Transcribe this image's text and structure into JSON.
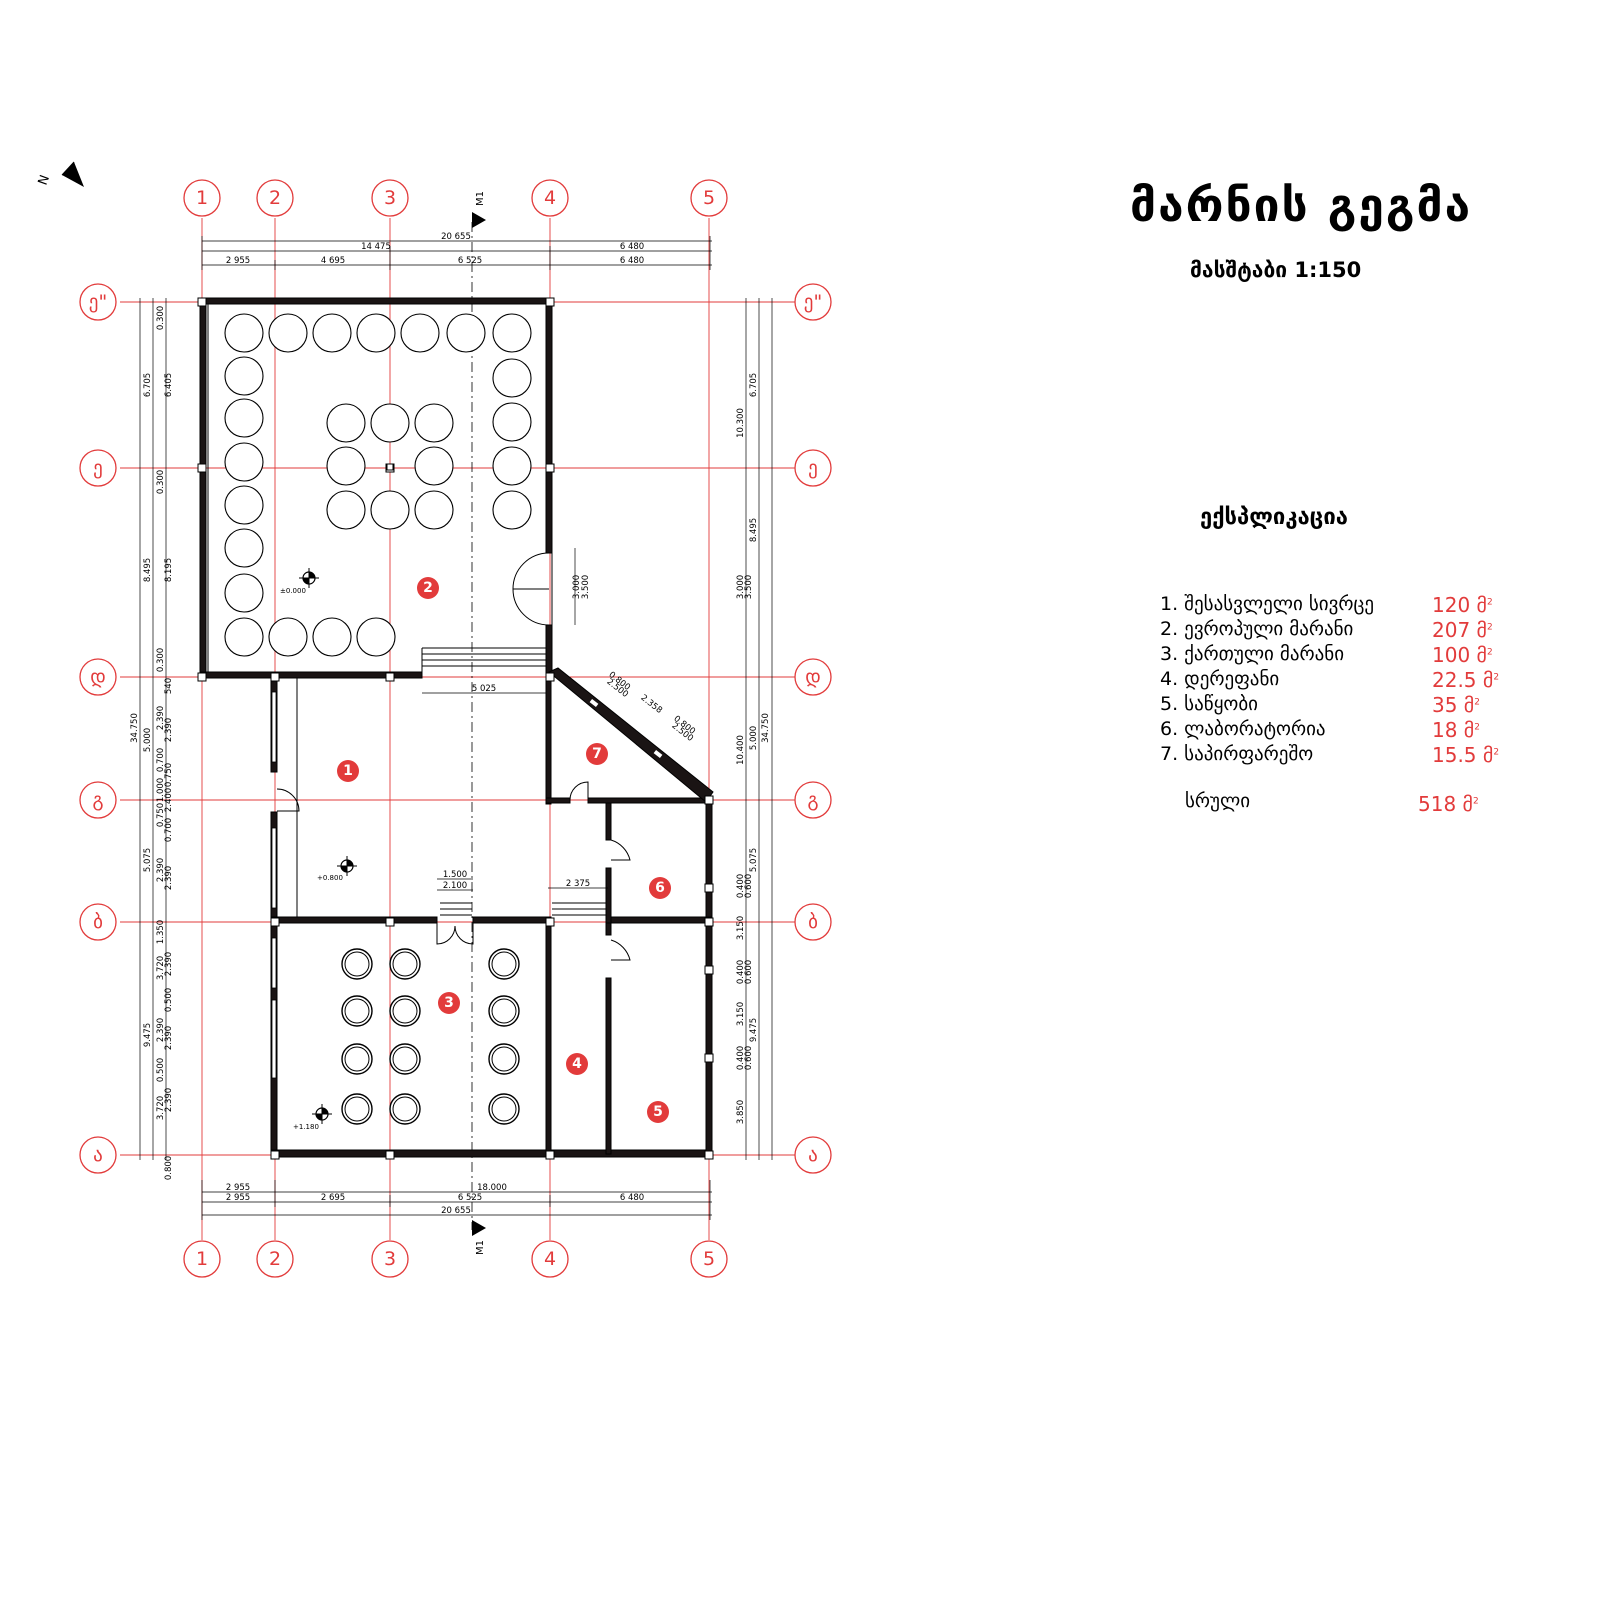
{
  "header": {
    "title": "მარნის გეგმა",
    "scale": "მასშტაბი 1:150"
  },
  "legend": {
    "title": "ექსპლიკაცია",
    "items": [
      {
        "name": "1. შესასვლელი სივრცე",
        "area": "120 მ"
      },
      {
        "name": "2. ევროპული მარანი",
        "area": "207 მ"
      },
      {
        "name": "3. ქართული მარანი",
        "area": "100 მ"
      },
      {
        "name": "4. დერეფანი",
        "area": "22.5 მ"
      },
      {
        "name": "5. საწყობი",
        "area": "35 მ"
      },
      {
        "name": "6. ლაბორატორია",
        "area": "18 მ"
      },
      {
        "name": "7. საპირფარეშო",
        "area": "15.5 მ"
      }
    ],
    "total_label": "სრული",
    "total_area": "518 მ",
    "area_sup": "2"
  },
  "north_label": "N",
  "section_label": "M1",
  "axes": {
    "vertical": [
      "1",
      "2",
      "3",
      "4",
      "5"
    ],
    "horizontal": [
      "ე\"",
      "ე",
      "დ",
      "გ",
      "ბ",
      "ა"
    ]
  },
  "rooms": [
    "1",
    "2",
    "3",
    "4",
    "5",
    "6",
    "7"
  ],
  "levels": [
    "±0.000",
    "+0.800",
    "+1.180"
  ],
  "dimensions": {
    "top_total": "20 655",
    "top_left": "14 475",
    "top_right": "6 480",
    "top_segments": [
      "2 955",
      "4 695",
      "6 525",
      "6 480"
    ],
    "bottom_total": "20 655",
    "bottom_mid": "18.000",
    "bottom_first": "2 955",
    "bottom_segments": [
      "2 955",
      "2 695",
      "6 525",
      "6 480"
    ],
    "left_total": "34.750",
    "left_outer": [
      "6.705",
      "8.495",
      "5.000",
      "5.075",
      "9.475"
    ],
    "left_inner": [
      "0.300",
      "6.405",
      "0.300",
      "8.195",
      "0.300",
      "540",
      "2.390",
      "2.390",
      "0.700",
      "0.750",
      "1.000",
      "2.400",
      "0.750",
      "0.700",
      "2.390",
      "2.390",
      "1.350",
      "2.390",
      "3.720",
      "0.500",
      "2.390",
      "2.390",
      "0.500",
      "2.390",
      "3.720",
      "0.800"
    ],
    "right_total": "34.750",
    "right_outer": [
      "6.705",
      "8.495",
      "5.000",
      "5.075",
      "9.475"
    ],
    "right_inner": [
      "10.300",
      "3.000",
      "3.500",
      "10.400",
      "0.400",
      "0.600",
      "3.150",
      "0.400",
      "0.600",
      "3.150",
      "0.400",
      "0.600",
      "3.850"
    ],
    "door_dims": [
      "3.000",
      "3.500"
    ],
    "diag_dims": [
      "0.800",
      "2.500",
      "2.358",
      "0.800",
      "2.500"
    ],
    "inner_dims": [
      "5 025",
      "1.500",
      "2.100",
      "2 375"
    ]
  }
}
